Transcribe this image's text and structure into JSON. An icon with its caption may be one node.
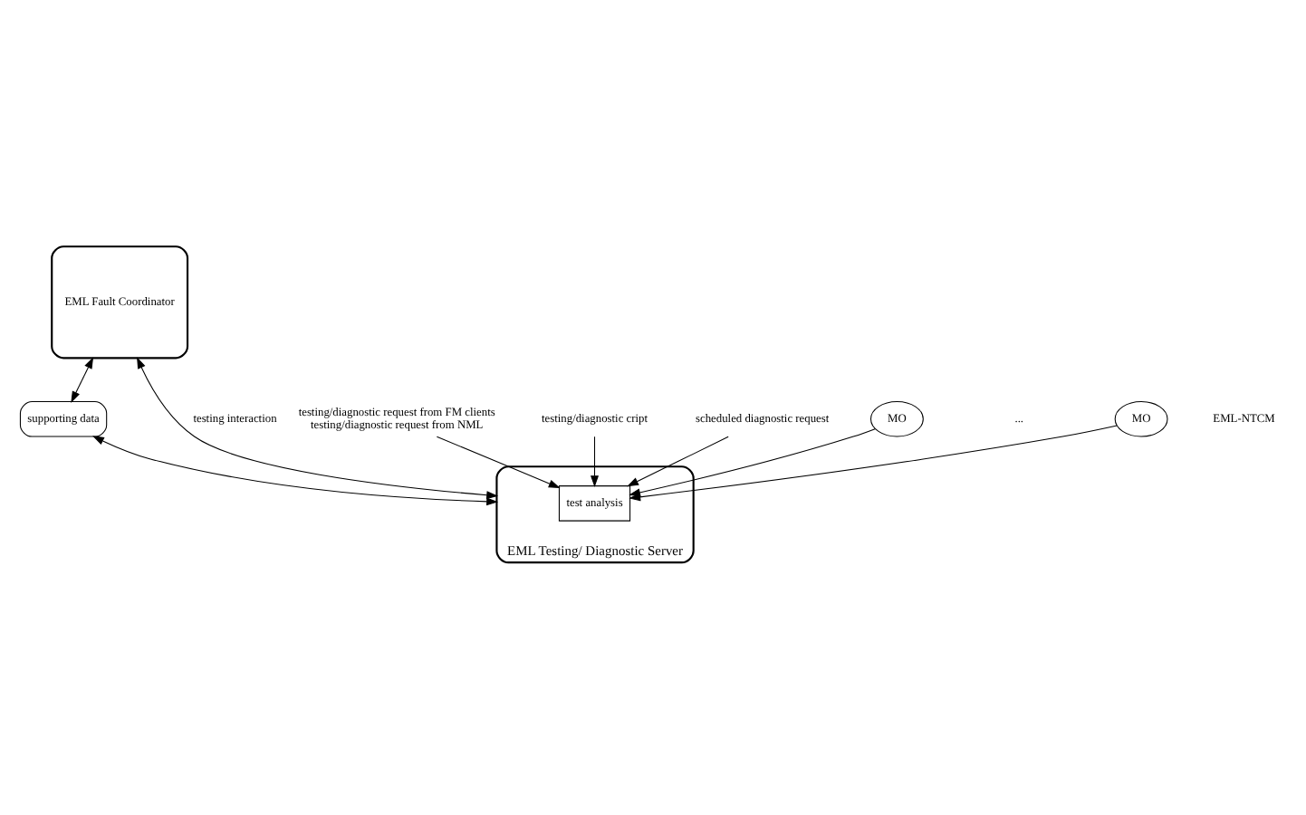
{
  "diagram": {
    "nodes": [
      {
        "text": [
          "EML Fault Coordinator"
        ]
      },
      {
        "text": [
          "supporting data"
        ]
      },
      {
        "text": [
          "EML Testing/ Diagnostic Server"
        ]
      },
      {
        "text": [
          "test analysis"
        ],
        "in": 2
      },
      {
        "text": [
          "testing/diagnostic request from FM clients",
          "testing/diagnostic request from NML"
        ]
      },
      {
        "text": [
          "testing/diagnostic cript"
        ]
      },
      {
        "text": [
          "scheduled diagnostic request"
        ]
      },
      {
        "text": [
          "MO"
        ]
      },
      {
        "text": [
          "MO"
        ]
      }
    ],
    "edges": [
      {
        "from": 0,
        "to": 2,
        "arrow": "both",
        "label": "testing interaction"
      },
      {
        "from": 0,
        "to": 1,
        "arrow": "both"
      },
      {
        "from": 1,
        "to": 2,
        "arrow": "both"
      },
      {
        "from": 4,
        "to": 3,
        "arrow": "to"
      },
      {
        "from": 5,
        "to": 3,
        "arrow": "to"
      },
      {
        "from": 6,
        "to": 3,
        "arrow": "to"
      },
      {
        "from": 7,
        "to": 3,
        "arrow": "to"
      },
      {
        "from": 8,
        "to": 3,
        "arrow": "to"
      }
    ],
    "labels": [
      "EML-NTCM",
      "..."
    ]
  }
}
